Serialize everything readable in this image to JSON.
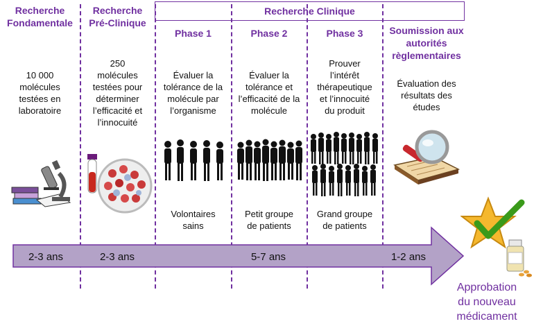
{
  "stages": {
    "fondamentale": {
      "title": "Recherche\nFondamentale",
      "desc": "10 000\nmolécules\ntestées en\nlaboratoire",
      "duration": "2-3 ans"
    },
    "preclinique": {
      "title": "Recherche\nPré-Clinique",
      "desc": "250\nmolécules\ntestées pour\ndéterminer\nl’efficacité et\nl’innocuité",
      "duration": "2-3 ans"
    },
    "clinique": {
      "title": "Recherche Clinique",
      "duration": "5-7 ans"
    },
    "soumission": {
      "title": "Soumission aux\nautorités\nrèglementaires",
      "desc": "Évaluation des\nrésultats des\nétudes",
      "duration": "1-2 ans"
    }
  },
  "phases": [
    {
      "title": "Phase 1",
      "desc": "Évaluer la\ntolérance de la\nmolécule par\nl’organisme",
      "group": "Volontaires\nsains"
    },
    {
      "title": "Phase 2",
      "desc": "Évaluer la\ntolérance et\nl’efficacité de la\nmolécule",
      "group": "Petit groupe\nde patients"
    },
    {
      "title": "Phase 3",
      "desc": "Prouver\nl’intérêt\nthérapeutique\net l’innocuité\ndu produit",
      "group": "Grand groupe\nde patients"
    }
  ],
  "approval": "Approbation\ndu nouveau\nmédicament",
  "icons": [
    "microscope-icon",
    "blood-cells-icon",
    "people-crowd-icon",
    "magnifier-document-icon",
    "star-check-icon",
    "pill-bottle-icon"
  ],
  "colors": {
    "accent": "#7030a0",
    "arrow": "#b3a2c7",
    "arrow_border": "#7030a0",
    "star": "#f5b82e",
    "check": "#3a9a1a"
  }
}
